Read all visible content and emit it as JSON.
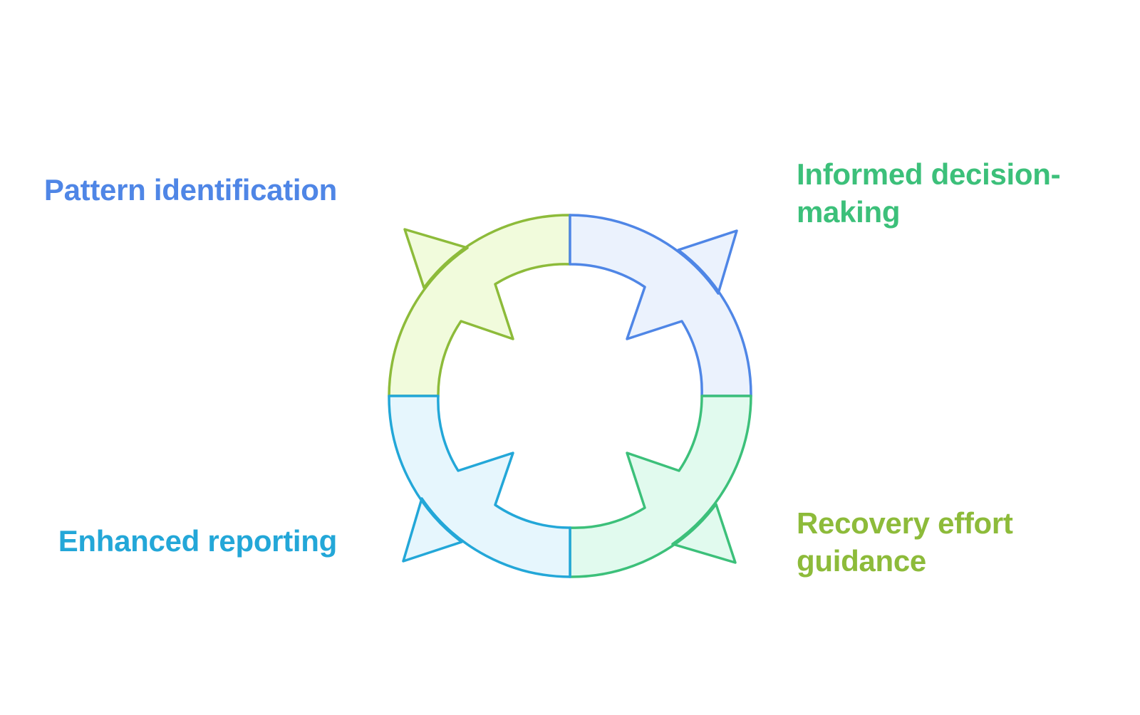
{
  "diagram": {
    "type": "cycle",
    "segments": [
      {
        "id": "top-left",
        "label": "Pattern identification",
        "color": "#4f86e6",
        "stroke": "#8dbb3a",
        "fill": "#f1fbdc"
      },
      {
        "id": "top-right",
        "label": "Informed decision-making",
        "color": "#3cc07a",
        "stroke": "#4f86e6",
        "fill": "#ebf2fd"
      },
      {
        "id": "bottom-right",
        "label": "Recovery effort guidance",
        "color": "#8dbb3a",
        "stroke": "#3cc07a",
        "fill": "#e1faee"
      },
      {
        "id": "bottom-left",
        "label": "Enhanced reporting",
        "color": "#23a7d8",
        "stroke": "#23a7d8",
        "fill": "#e6f6fd"
      }
    ]
  }
}
